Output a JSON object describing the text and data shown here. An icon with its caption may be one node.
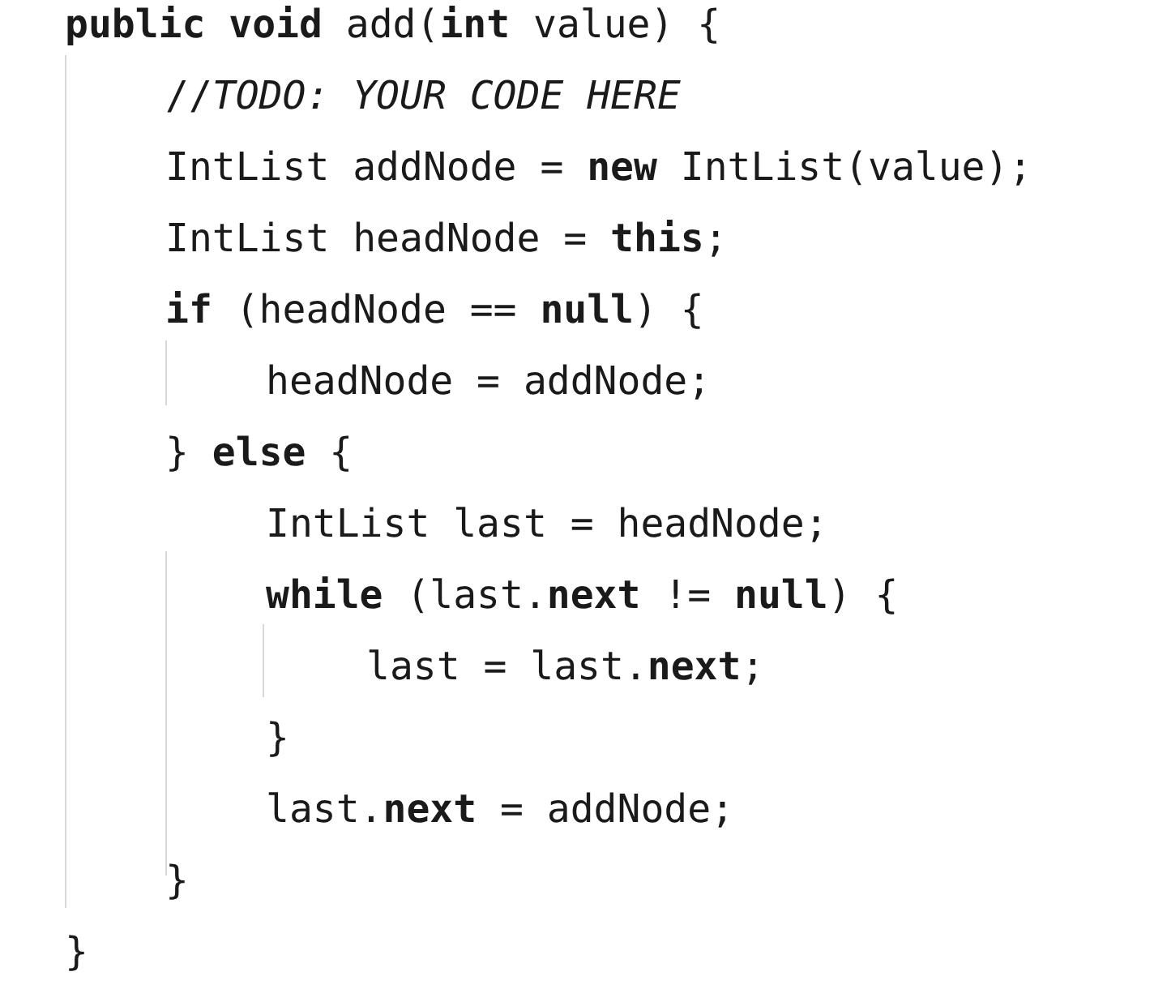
{
  "diagram": {
    "labels": [
      "**public void** add(**int** value) {",
      "//*TODO: YOUR CODE HERE*",
      "IntList addNode = **new** IntList(value);",
      "IntList headNode = **this**;",
      "**if** (headNode == **null**) {",
      "headNode = addNode;",
      "} **else** {",
      "IntList last = headNode;",
      "**while** (last.**next** != **null**) {",
      "last = last.**next**;",
      "}",
      "last.**next** = addNode;",
      "}",
      "}"
    ]
  }
}
